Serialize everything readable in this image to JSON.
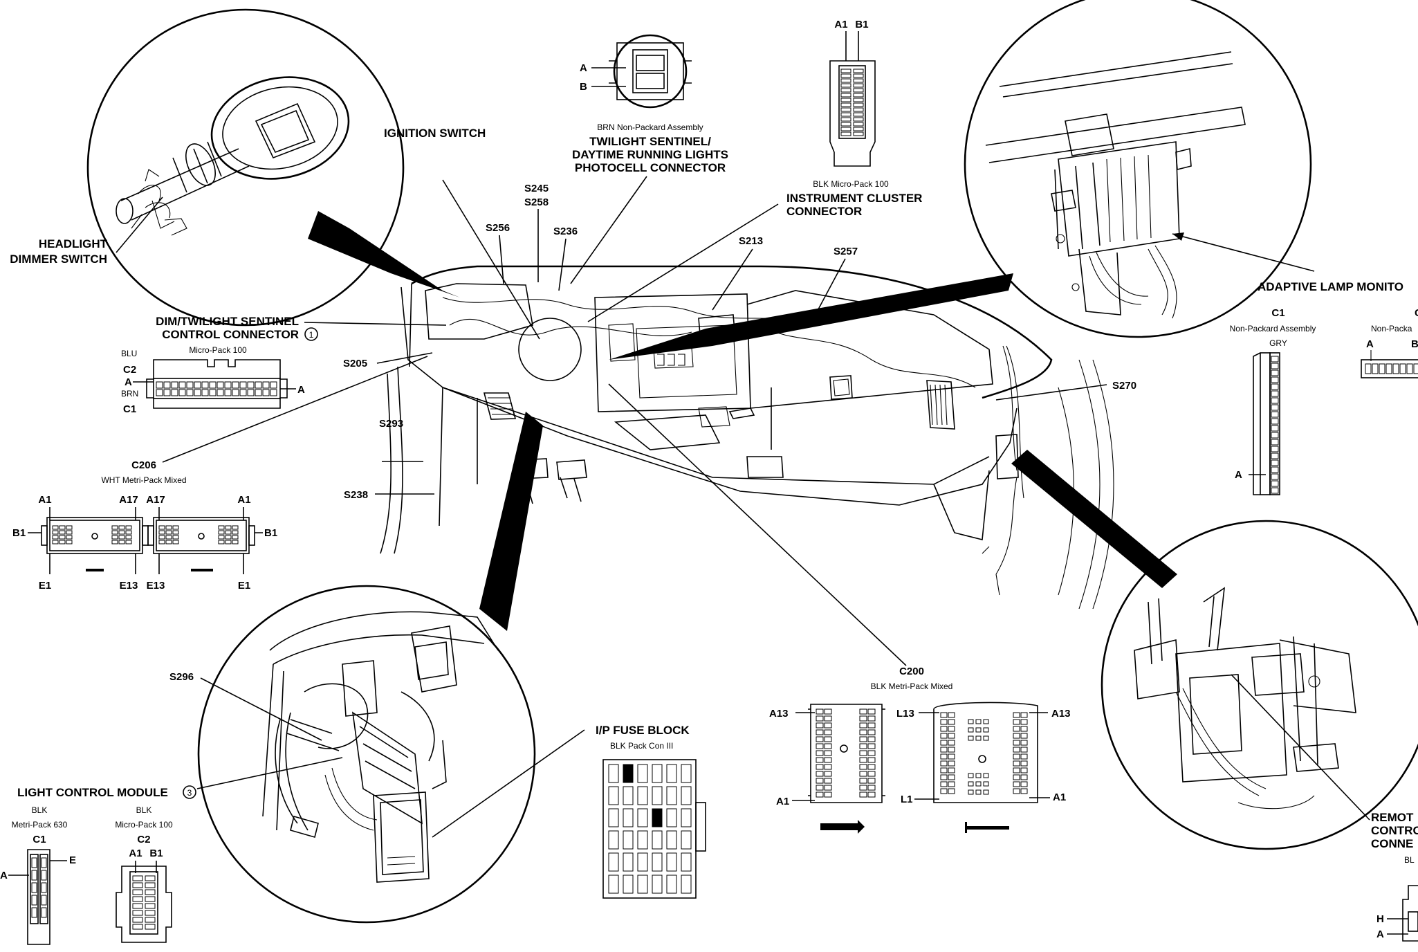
{
  "callouts": {
    "headlight_dimmer_switch": [
      "HEADLIGHT",
      "DIMMER SWITCH"
    ],
    "ignition_switch": "IGNITION SWITCH",
    "twilight_sentinel_connector": {
      "sub": "BRN Non-Packard Assembly",
      "lines": [
        "TWILIGHT SENTINEL/",
        "DAYTIME RUNNING LIGHTS",
        "PHOTOCELL CONNECTOR"
      ],
      "pins": [
        "A",
        "B"
      ]
    },
    "instrument_cluster_connector": {
      "pins": [
        "A1",
        "B1"
      ],
      "sub": "BLK Micro-Pack 100",
      "lines": [
        "INSTRUMENT CLUSTER",
        "CONNECTOR"
      ]
    },
    "adaptive_lamp_monitor": "ADAPTIVE LAMP MONITO",
    "adaptive_c1": {
      "name": "C1",
      "sub": "Non-Packard Assembly",
      "color": "GRY",
      "pin": "A"
    },
    "adaptive_c2": {
      "name": "C",
      "sub": "Non-Packa",
      "pins": [
        "A",
        "B"
      ]
    },
    "dim_twilight_control_connector": {
      "lines": [
        "DIM/TWILIGHT SENTINEL",
        "CONTROL CONNECTOR"
      ],
      "note": "1",
      "sub": "Micro-Pack 100",
      "colors": [
        "BLU",
        "BRN"
      ],
      "connectors": [
        "C2",
        "C1"
      ],
      "pins": [
        "A",
        "A"
      ]
    },
    "c206": {
      "name": "C206",
      "sub": "WHT Metri-Pack Mixed",
      "pins": [
        "A1",
        "A17",
        "A17",
        "A1",
        "B1",
        "B1",
        "E1",
        "E13",
        "E13",
        "E1"
      ]
    },
    "c200": {
      "name": "C200",
      "sub": "BLK Metri-Pack Mixed",
      "pins": [
        "A13",
        "L13",
        "A13",
        "A1",
        "L1",
        "A1"
      ]
    },
    "ip_fuse_block": {
      "name": "I/P FUSE BLOCK",
      "sub": "BLK Pack Con III"
    },
    "light_control_module": {
      "name": "LIGHT CONTROL MODULE",
      "note": "3",
      "c1": {
        "color": "BLK",
        "sub": "Metri-Pack 630",
        "name": "C1",
        "pins": [
          "A",
          "E"
        ]
      },
      "c2": {
        "color": "BLK",
        "sub": "Micro-Pack 100",
        "name": "C2",
        "pins": [
          "A1",
          "B1"
        ]
      }
    },
    "remote_control_connector": {
      "lines": [
        "REMOT",
        "CONTRO",
        "CONNE"
      ],
      "sub": "BL",
      "pins": [
        "H",
        "A"
      ]
    }
  },
  "splices": [
    "S245",
    "S258",
    "S256",
    "S236",
    "S213",
    "S257",
    "S205",
    "S293",
    "S238",
    "S270",
    "S296"
  ]
}
